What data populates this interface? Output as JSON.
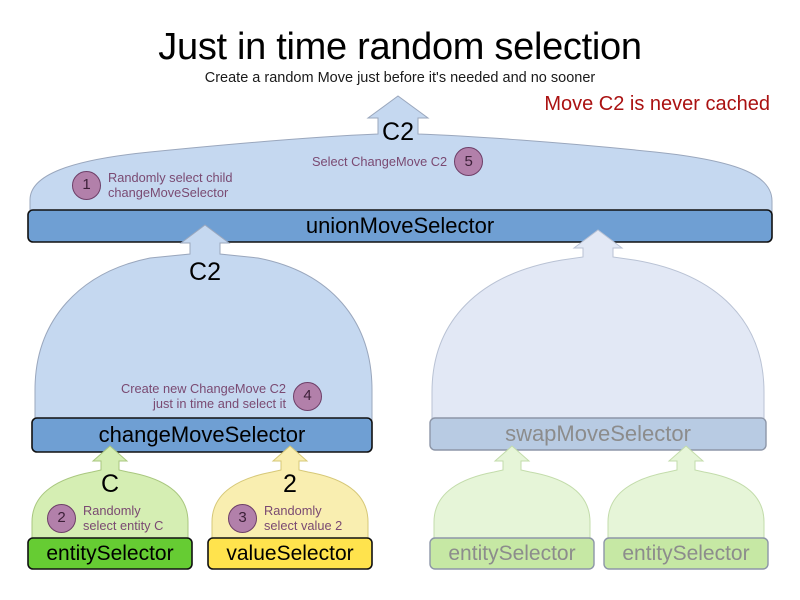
{
  "page": {
    "title": "Just in time random selection",
    "subtitle": "Create a random Move just before it's needed and no sooner",
    "warning": "Move C2 is never cached"
  },
  "colors": {
    "arch_active": "#c5d8f0",
    "arch_faded": "#e2e8f5",
    "box_blue": "#6f9fd3",
    "box_blue_faded": "#b8cbe3",
    "arch_green": "#d5eeb3",
    "arch_green_faded": "#e6f5d8",
    "box_green": "#66cc33",
    "box_green_faded": "#c6e8a4",
    "arch_yellow": "#f9eeb0",
    "box_yellow": "#ffe34d",
    "bullet_fill": "#b280aa",
    "bullet_border": "#6e3f68",
    "annotation_text": "#7a4a72",
    "warning_text": "#aa1111",
    "faded_text": "#8c8c8c",
    "stroke": "#8d96a8"
  },
  "nodes": {
    "union": {
      "label": "unionMoveSelector",
      "move": "C2",
      "faded": false
    },
    "change": {
      "label": "changeMoveSelector",
      "move": "C2",
      "faded": false
    },
    "swap": {
      "label": "swapMoveSelector",
      "move": "",
      "faded": true
    },
    "entity_change": {
      "label": "entitySelector",
      "move": "C",
      "faded": false
    },
    "value_change": {
      "label": "valueSelector",
      "move": "2",
      "faded": false
    },
    "entity_swap_left": {
      "label": "entitySelector",
      "move": "",
      "faded": true
    },
    "entity_swap_right": {
      "label": "entitySelector",
      "move": "",
      "faded": true
    }
  },
  "annotations": [
    {
      "number": "1",
      "line1": "Randomly select child",
      "line2": "changeMoveSelector",
      "align": "left"
    },
    {
      "number": "5",
      "line1": "Select ChangeMove C2",
      "line2": "",
      "align": "right"
    },
    {
      "number": "4",
      "line1": "Create new ChangeMove C2",
      "line2": "just in time and select it",
      "align": "right"
    },
    {
      "number": "2",
      "line1": "Randomly",
      "line2": "select entity C",
      "align": "left"
    },
    {
      "number": "3",
      "line1": "Randomly",
      "line2": "select value 2",
      "align": "left"
    }
  ]
}
